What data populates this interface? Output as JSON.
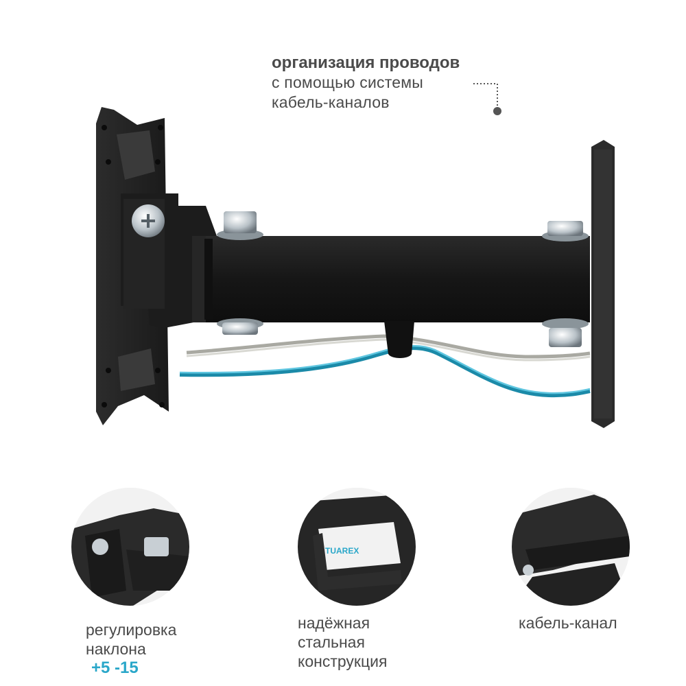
{
  "callout": {
    "line1": "организация проводов",
    "line2": "с помощью системы",
    "line3": "кабель-каналов"
  },
  "features": [
    {
      "lines": [
        "регулировка",
        "наклона"
      ],
      "accent": "+5 -15",
      "icon": "tilt-bracket-closeup"
    },
    {
      "lines": [
        "надёжная",
        "стальная",
        "конструкция"
      ],
      "icon": "steel-frame-closeup",
      "logo": "TUAREX"
    },
    {
      "lines": [
        "кабель-канал"
      ],
      "icon": "cable-channel-closeup"
    }
  ],
  "colors": {
    "text": "#4a4a4a",
    "accent": "#2aa7c9",
    "steel": "#1f1f1f",
    "cable_blue": "#2aa7c9",
    "cable_grey": "#b8b8b0"
  }
}
